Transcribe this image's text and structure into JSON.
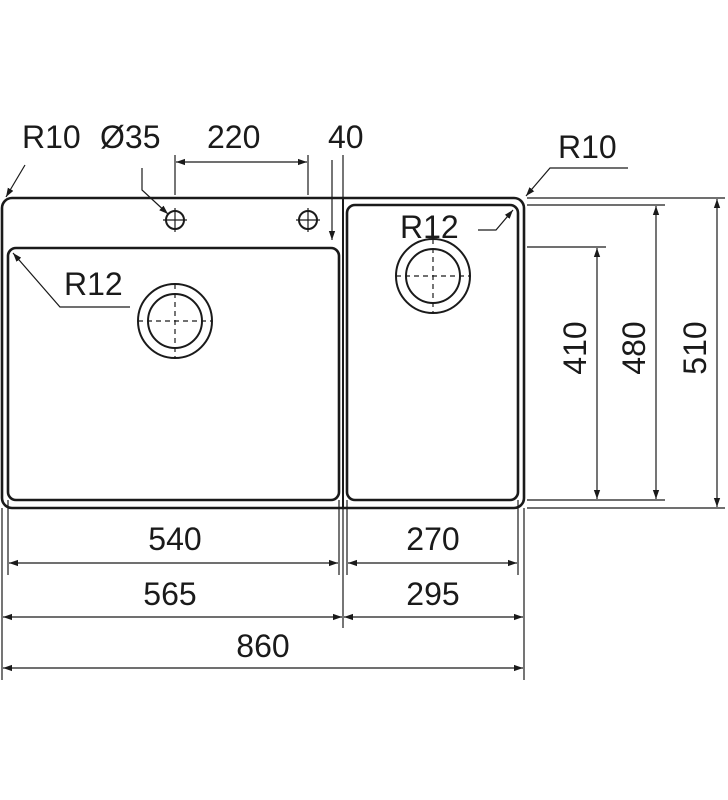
{
  "colors": {
    "line": "#1a1a1a",
    "background": "#ffffff"
  },
  "drawing": {
    "labels": {
      "corner_radius_left": "R10",
      "tap_hole_diameter": "Ø35",
      "tap_hole_spacing": "220",
      "tap_hole_offset": "40",
      "corner_radius_right": "R10",
      "small_bowl_radius": "R12",
      "large_bowl_radius": "R12",
      "small_bowl_depth": "410",
      "inner_depth": "480",
      "overall_depth": "510",
      "large_bowl_width": "540",
      "small_bowl_width": "270",
      "large_section_width": "565",
      "small_section_width": "295",
      "overall_width": "860"
    }
  }
}
